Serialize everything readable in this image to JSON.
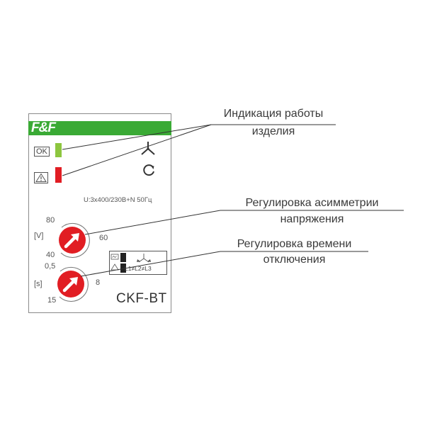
{
  "device": {
    "brand": "F&F",
    "ok_label": "OK",
    "warning_symbol": "⚠",
    "supply_label": "U:3x400/230B+N 50Гц",
    "model": "CKF-BT",
    "voltage_knob": {
      "unit_label": "[V]",
      "min": "40",
      "mid": "60",
      "max": "80"
    },
    "time_knob": {
      "unit_label": "[s]",
      "min": "0,5",
      "mid": "8",
      "max": "15"
    },
    "phase_legend": "L1≠L2≠L3",
    "colors": {
      "brand_green": "#3aaa35",
      "led_ok": "#8dc63f",
      "led_alarm": "#e11d23",
      "knob": "#e11d23"
    },
    "icons": [
      "three-phase-star-icon",
      "rotation-arrow-icon",
      "warning-triangle-icon",
      "arrow-pointer-icon"
    ]
  },
  "callouts": {
    "indication_line1": "Индикация работы",
    "indication_line2": "изделия",
    "asymmetry_line1": "Регулировка асимметрии",
    "asymmetry_line2": "напряжения",
    "time_line1": "Регулировка времени",
    "time_line2": "отключения"
  }
}
